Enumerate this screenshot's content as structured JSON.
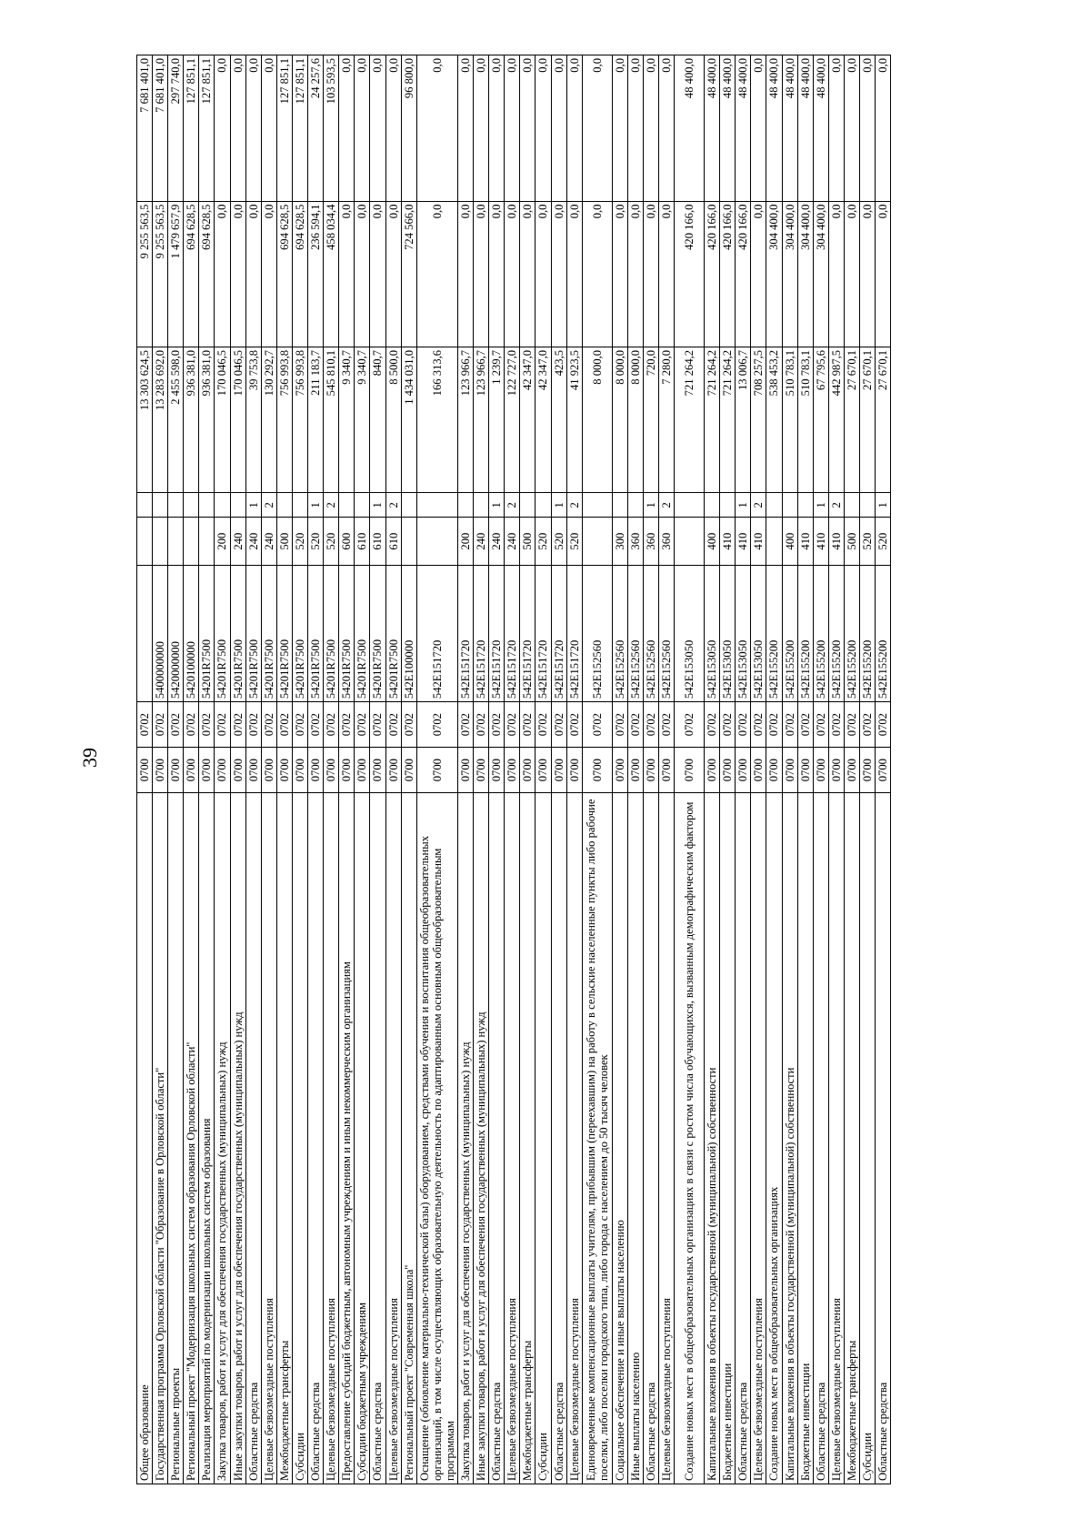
{
  "page_number": "39",
  "rows": [
    {
      "name": "Общее образование",
      "sec": "0700",
      "sub": "0702",
      "tgt": "",
      "exp": "",
      "src": "",
      "v1": "13 303 624,5",
      "v2": "9 255 563,5",
      "v3": "7 681 401,0"
    },
    {
      "name": "Государственная программа Орловской области \"Образование в Орловской области\"",
      "sec": "0700",
      "sub": "0702",
      "tgt": "5400000000",
      "exp": "",
      "src": "",
      "v1": "13 283 692,0",
      "v2": "9 255 563,5",
      "v3": "7 681 401,0"
    },
    {
      "name": "Региональные проекты",
      "sec": "0700",
      "sub": "0702",
      "tgt": "5420000000",
      "exp": "",
      "src": "",
      "v1": "2 455 598,0",
      "v2": "1 479 657,9",
      "v3": "297 740,0"
    },
    {
      "name": "Региональный проект \"Модернизация школьных систем образования Орловской области\"",
      "sec": "0700",
      "sub": "0702",
      "tgt": "5420100000",
      "exp": "",
      "src": "",
      "v1": "936 381,0",
      "v2": "694 628,5",
      "v3": "127 851,1"
    },
    {
      "name": "Реализация мероприятий по модернизации школьных систем образования",
      "sec": "0700",
      "sub": "0702",
      "tgt": "54201R7500",
      "exp": "",
      "src": "",
      "v1": "936 381,0",
      "v2": "694 628,5",
      "v3": "127 851,1"
    },
    {
      "name": "Закупка товаров, работ и услуг для обеспечения государственных (муниципальных) нужд",
      "sec": "0700",
      "sub": "0702",
      "tgt": "54201R7500",
      "exp": "200",
      "src": "",
      "v1": "170 046,5",
      "v2": "0,0",
      "v3": "0,0"
    },
    {
      "name": "Иные закупки товаров, работ и услуг для обеспечения государственных (муниципальных) нужд",
      "sec": "0700",
      "sub": "0702",
      "tgt": "54201R7500",
      "exp": "240",
      "src": "",
      "v1": "170 046,5",
      "v2": "0,0",
      "v3": "0,0"
    },
    {
      "name": "Областные средства",
      "sec": "0700",
      "sub": "0702",
      "tgt": "54201R7500",
      "exp": "240",
      "src": "1",
      "v1": "39 753,8",
      "v2": "0,0",
      "v3": "0,0"
    },
    {
      "name": "Целевые безвозмездные поступления",
      "sec": "0700",
      "sub": "0702",
      "tgt": "54201R7500",
      "exp": "240",
      "src": "2",
      "v1": "130 292,7",
      "v2": "0,0",
      "v3": "0,0"
    },
    {
      "name": "Межбюджетные трансферты",
      "sec": "0700",
      "sub": "0702",
      "tgt": "54201R7500",
      "exp": "500",
      "src": "",
      "v1": "756 993,8",
      "v2": "694 628,5",
      "v3": "127 851,1"
    },
    {
      "name": "Субсидии",
      "sec": "0700",
      "sub": "0702",
      "tgt": "54201R7500",
      "exp": "520",
      "src": "",
      "v1": "756 993,8",
      "v2": "694 628,5",
      "v3": "127 851,1"
    },
    {
      "name": "Областные средства",
      "sec": "0700",
      "sub": "0702",
      "tgt": "54201R7500",
      "exp": "520",
      "src": "1",
      "v1": "211 183,7",
      "v2": "236 594,1",
      "v3": "24 257,6"
    },
    {
      "name": "Целевые безвозмездные поступления",
      "sec": "0700",
      "sub": "0702",
      "tgt": "54201R7500",
      "exp": "520",
      "src": "2",
      "v1": "545 810,1",
      "v2": "458 034,4",
      "v3": "103 593,5"
    },
    {
      "name": "Предоставление субсидий бюджетным, автономным учреждениям и иным некоммерческим организациям",
      "sec": "0700",
      "sub": "0702",
      "tgt": "54201R7500",
      "exp": "600",
      "src": "",
      "v1": "9 340,7",
      "v2": "0,0",
      "v3": "0,0"
    },
    {
      "name": "Субсидии бюджетным учреждениям",
      "sec": "0700",
      "sub": "0702",
      "tgt": "54201R7500",
      "exp": "610",
      "src": "",
      "v1": "9 340,7",
      "v2": "0,0",
      "v3": "0,0"
    },
    {
      "name": "Областные средства",
      "sec": "0700",
      "sub": "0702",
      "tgt": "54201R7500",
      "exp": "610",
      "src": "1",
      "v1": "840,7",
      "v2": "0,0",
      "v3": "0,0"
    },
    {
      "name": "Целевые безвозмездные поступления",
      "sec": "0700",
      "sub": "0702",
      "tgt": "54201R7500",
      "exp": "610",
      "src": "2",
      "v1": "8 500,0",
      "v2": "0,0",
      "v3": "0,0"
    },
    {
      "name": "Региональный проект \"Современная школа\"",
      "sec": "0700",
      "sub": "0702",
      "tgt": "542E100000",
      "exp": "",
      "src": "",
      "v1": "1 434 031,0",
      "v2": "724 566,0",
      "v3": "96 800,0"
    },
    {
      "name": "Оснащение (обновление материально-технической базы) оборудованием, средствами обучения и воспитания общеобразовательных организаций, в том числе осуществляющих образовательную деятельность по адаптированным основным общеобразовательным программам",
      "sec": "0700",
      "sub": "0702",
      "tgt": "542E151720",
      "exp": "",
      "src": "",
      "v1": "166 313,6",
      "v2": "0,0",
      "v3": "0,0",
      "tall": true
    },
    {
      "name": "Закупка товаров, работ и услуг для обеспечения государственных (муниципальных) нужд",
      "sec": "0700",
      "sub": "0702",
      "tgt": "542E151720",
      "exp": "200",
      "src": "",
      "v1": "123 966,7",
      "v2": "0,0",
      "v3": "0,0"
    },
    {
      "name": "Иные закупки товаров, работ и услуг для обеспечения государственных (муниципальных) нужд",
      "sec": "0700",
      "sub": "0702",
      "tgt": "542E151720",
      "exp": "240",
      "src": "",
      "v1": "123 966,7",
      "v2": "0,0",
      "v3": "0,0"
    },
    {
      "name": "Областные средства",
      "sec": "0700",
      "sub": "0702",
      "tgt": "542E151720",
      "exp": "240",
      "src": "1",
      "v1": "1 239,7",
      "v2": "0,0",
      "v3": "0,0"
    },
    {
      "name": "Целевые безвозмездные поступления",
      "sec": "0700",
      "sub": "0702",
      "tgt": "542E151720",
      "exp": "240",
      "src": "2",
      "v1": "122 727,0",
      "v2": "0,0",
      "v3": "0,0"
    },
    {
      "name": "Межбюджетные трансферты",
      "sec": "0700",
      "sub": "0702",
      "tgt": "542E151720",
      "exp": "500",
      "src": "",
      "v1": "42 347,0",
      "v2": "0,0",
      "v3": "0,0"
    },
    {
      "name": "Субсидии",
      "sec": "0700",
      "sub": "0702",
      "tgt": "542E151720",
      "exp": "520",
      "src": "",
      "v1": "42 347,0",
      "v2": "0,0",
      "v3": "0,0"
    },
    {
      "name": "Областные средства",
      "sec": "0700",
      "sub": "0702",
      "tgt": "542E151720",
      "exp": "520",
      "src": "1",
      "v1": "423,5",
      "v2": "0,0",
      "v3": "0,0"
    },
    {
      "name": "Целевые безвозмездные поступления",
      "sec": "0700",
      "sub": "0702",
      "tgt": "542E151720",
      "exp": "520",
      "src": "2",
      "v1": "41 923,5",
      "v2": "0,0",
      "v3": "0,0"
    },
    {
      "name": "Единовременные компенсационные выплаты учителям, прибывшим (переехавшим) на работу в сельские населенные пункты либо рабочие поселки, либо поселки городского типа, либо города с населением до 50 тысяч человек",
      "sec": "0700",
      "sub": "0702",
      "tgt": "542E152560",
      "exp": "",
      "src": "",
      "v1": "8 000,0",
      "v2": "0,0",
      "v3": "0,0",
      "tall": true
    },
    {
      "name": "Социальное обеспечение и иные выплаты населению",
      "sec": "0700",
      "sub": "0702",
      "tgt": "542E152560",
      "exp": "300",
      "src": "",
      "v1": "8 000,0",
      "v2": "0,0",
      "v3": "0,0"
    },
    {
      "name": "Иные выплаты населению",
      "sec": "0700",
      "sub": "0702",
      "tgt": "542E152560",
      "exp": "360",
      "src": "",
      "v1": "8 000,0",
      "v2": "0,0",
      "v3": "0,0"
    },
    {
      "name": "Областные средства",
      "sec": "0700",
      "sub": "0702",
      "tgt": "542E152560",
      "exp": "360",
      "src": "1",
      "v1": "720,0",
      "v2": "0,0",
      "v3": "0,0"
    },
    {
      "name": "Целевые безвозмездные поступления",
      "sec": "0700",
      "sub": "0702",
      "tgt": "542E152560",
      "exp": "360",
      "src": "2",
      "v1": "7 280,0",
      "v2": "0,0",
      "v3": "0,0"
    },
    {
      "name": "Создание новых мест в общеобразовательных организациях в связи с ростом числа обучающихся, вызванным демографическим фактором",
      "sec": "0700",
      "sub": "0702",
      "tgt": "542E153050",
      "exp": "",
      "src": "",
      "v1": "721 264,2",
      "v2": "420 166,0",
      "v3": "48 400,0",
      "tall": true
    },
    {
      "name": "Капитальные вложения в объекты государственной (муниципальной) собственности",
      "sec": "0700",
      "sub": "0702",
      "tgt": "542E153050",
      "exp": "400",
      "src": "",
      "v1": "721 264,2",
      "v2": "420 166,0",
      "v3": "48 400,0"
    },
    {
      "name": "Бюджетные инвестиции",
      "sec": "0700",
      "sub": "0702",
      "tgt": "542E153050",
      "exp": "410",
      "src": "",
      "v1": "721 264,2",
      "v2": "420 166,0",
      "v3": "48 400,0"
    },
    {
      "name": "Областные средства",
      "sec": "0700",
      "sub": "0702",
      "tgt": "542E153050",
      "exp": "410",
      "src": "1",
      "v1": "13 006,7",
      "v2": "420 166,0",
      "v3": "48 400,0"
    },
    {
      "name": "Целевые безвозмездные поступления",
      "sec": "0700",
      "sub": "0702",
      "tgt": "542E153050",
      "exp": "410",
      "src": "2",
      "v1": "708 257,5",
      "v2": "0,0",
      "v3": "0,0"
    },
    {
      "name": "Создание новых мест в общеобразовательных организациях",
      "sec": "0700",
      "sub": "0702",
      "tgt": "542E155200",
      "exp": "",
      "src": "",
      "v1": "538 453,2",
      "v2": "304 400,0",
      "v3": "48 400,0"
    },
    {
      "name": "Капитальные вложения в объекты государственной (муниципальной) собственности",
      "sec": "0700",
      "sub": "0702",
      "tgt": "542E155200",
      "exp": "400",
      "src": "",
      "v1": "510 783,1",
      "v2": "304 400,0",
      "v3": "48 400,0"
    },
    {
      "name": "Бюджетные инвестиции",
      "sec": "0700",
      "sub": "0702",
      "tgt": "542E155200",
      "exp": "410",
      "src": "",
      "v1": "510 783,1",
      "v2": "304 400,0",
      "v3": "48 400,0"
    },
    {
      "name": "Областные средства",
      "sec": "0700",
      "sub": "0702",
      "tgt": "542E155200",
      "exp": "410",
      "src": "1",
      "v1": "67 795,6",
      "v2": "304 400,0",
      "v3": "48 400,0"
    },
    {
      "name": "Целевые безвозмездные поступления",
      "sec": "0700",
      "sub": "0702",
      "tgt": "542E155200",
      "exp": "410",
      "src": "2",
      "v1": "442 987,5",
      "v2": "0,0",
      "v3": "0,0"
    },
    {
      "name": "Межбюджетные трансферты",
      "sec": "0700",
      "sub": "0702",
      "tgt": "542E155200",
      "exp": "500",
      "src": "",
      "v1": "27 670,1",
      "v2": "0,0",
      "v3": "0,0"
    },
    {
      "name": "Субсидии",
      "sec": "0700",
      "sub": "0702",
      "tgt": "542E155200",
      "exp": "520",
      "src": "",
      "v1": "27 670,1",
      "v2": "0,0",
      "v3": "0,0"
    },
    {
      "name": "Областные средства",
      "sec": "0700",
      "sub": "0702",
      "tgt": "542E155200",
      "exp": "520",
      "src": "1",
      "v1": "27 670,1",
      "v2": "0,0",
      "v3": "0,0"
    }
  ]
}
